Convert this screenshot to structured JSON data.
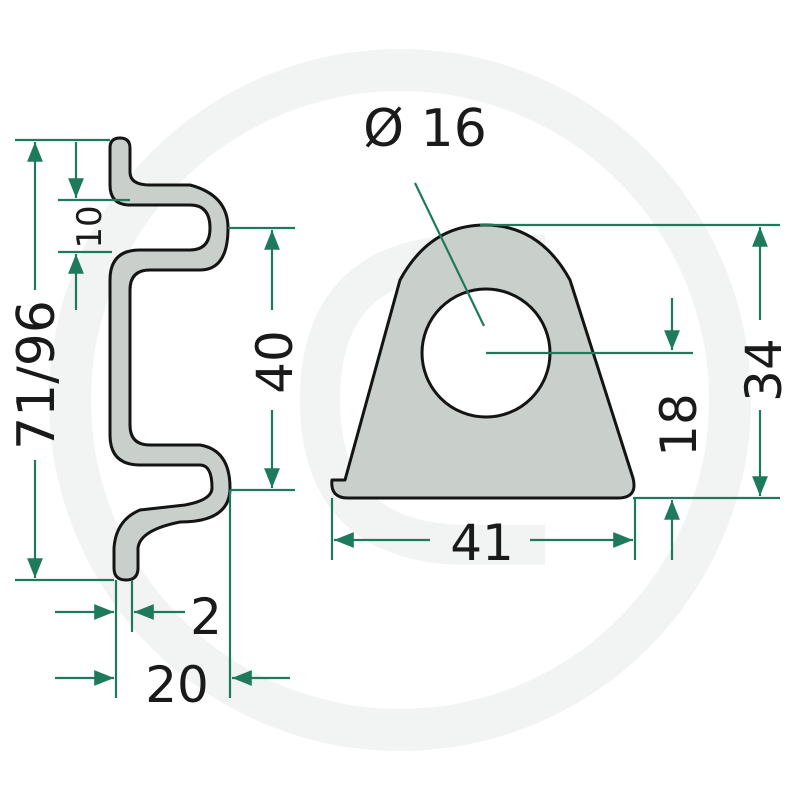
{
  "colors": {
    "dimension_line": "#1f7a5c",
    "part_fill": "#c9d0cc",
    "part_outline": "#141414",
    "text": "#1a1a1a",
    "watermark": "#f2f4f3",
    "background": "#ffffff"
  },
  "side_view": {
    "total_height_label": "71/96",
    "offset_label": "10",
    "flat_length_label": "40",
    "thickness_label": "2",
    "depth_label": "20"
  },
  "front_view": {
    "hole_diameter_label": "Ø 16",
    "hole_center_height_label": "18",
    "height_label": "34",
    "width_label": "41"
  }
}
